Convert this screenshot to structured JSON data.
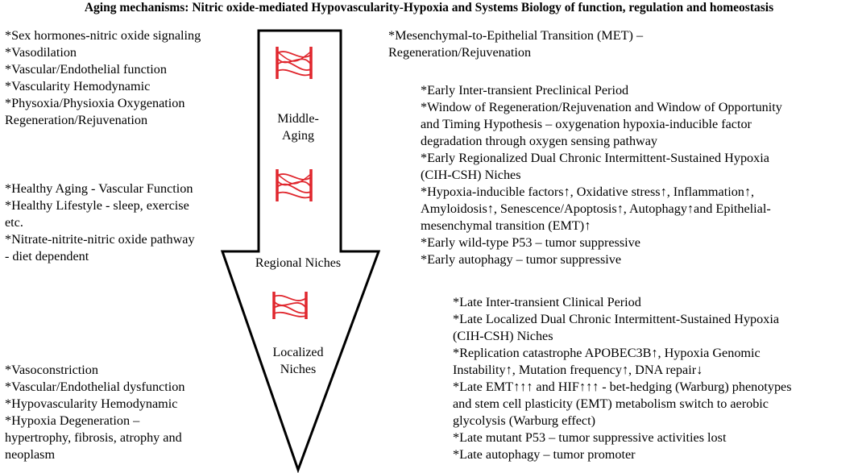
{
  "title": "Aging mechanisms: Nitric oxide-mediated Hypovascularity-Hypoxia and Systems Biology of function, regulation and homeostasis",
  "left_top": [
    "*Sex hormones-nitric oxide signaling",
    "*Vasodilation",
    "*Vascular/Endothelial function",
    "*Vascularity Hemodynamic",
    "*Physoxia/Physioxia Oxygenation",
    "Regeneration/Rejuvenation"
  ],
  "left_mid": [
    "*Healthy Aging - Vascular Function",
    "*Healthy Lifestyle - sleep, exercise",
    "etc.",
    "*Nitrate-nitrite-nitric oxide pathway",
    "- diet dependent"
  ],
  "left_bottom": [
    "*Vasoconstriction",
    "*Vascular/Endothelial dysfunction",
    "*Hypovascularity Hemodynamic",
    "*Hypoxia Degeneration –",
    "hypertrophy, fibrosis, atrophy and",
    "neoplasm"
  ],
  "right_top": [
    "*Mesenchymal-to-Epithelial Transition (MET) –",
    "Regeneration/Rejuvenation"
  ],
  "right_mid": [
    "*Early Inter-transient Preclinical Period",
    "*Window of Regeneration/Rejuvenation and Window of Opportunity",
    "and Timing Hypothesis – oxygenation hypoxia-inducible factor",
    "degradation through oxygen sensing pathway",
    "*Early Regionalized Dual Chronic Intermittent-Sustained Hypoxia",
    "(CIH-CSH) Niches",
    "*Hypoxia-inducible factors↑, Oxidative stress↑, Inflammation↑,",
    "Amyloidosis↑, Senescence/Apoptosis↑, Autophagy↑and Epithelial-",
    "mesenchymal transition (EMT)↑",
    "*Early wild-type P53 – tumor suppressive",
    "*Early autophagy – tumor suppressive"
  ],
  "right_bottom": [
    "*Late Inter-transient Clinical Period",
    "*Late Localized Dual Chronic Intermittent-Sustained Hypoxia",
    "(CIH-CSH) Niches",
    "*Replication catastrophe APOBEC3B↑, Hypoxia Genomic",
    "Instability↑, Mutation frequency↑, DNA repair↓",
    "*Late EMT↑↑↑ and HIF↑↑↑ - bet-hedging (Warburg) phenotypes",
    "and stem cell plasticity (EMT) metabolism switch to aerobic",
    "glycolysis (Warburg effect)",
    "*Late mutant P53 – tumor suppressive activities lost",
    "*Late autophagy – tumor promoter"
  ],
  "arrow": {
    "label_middle_aging": [
      "Middle-",
      "Aging"
    ],
    "label_regional": "Regional Niches",
    "label_localized": [
      "Localized",
      "Niches"
    ]
  },
  "colors": {
    "arrow_stroke": "#000000",
    "icon_red": "#e0262d"
  }
}
